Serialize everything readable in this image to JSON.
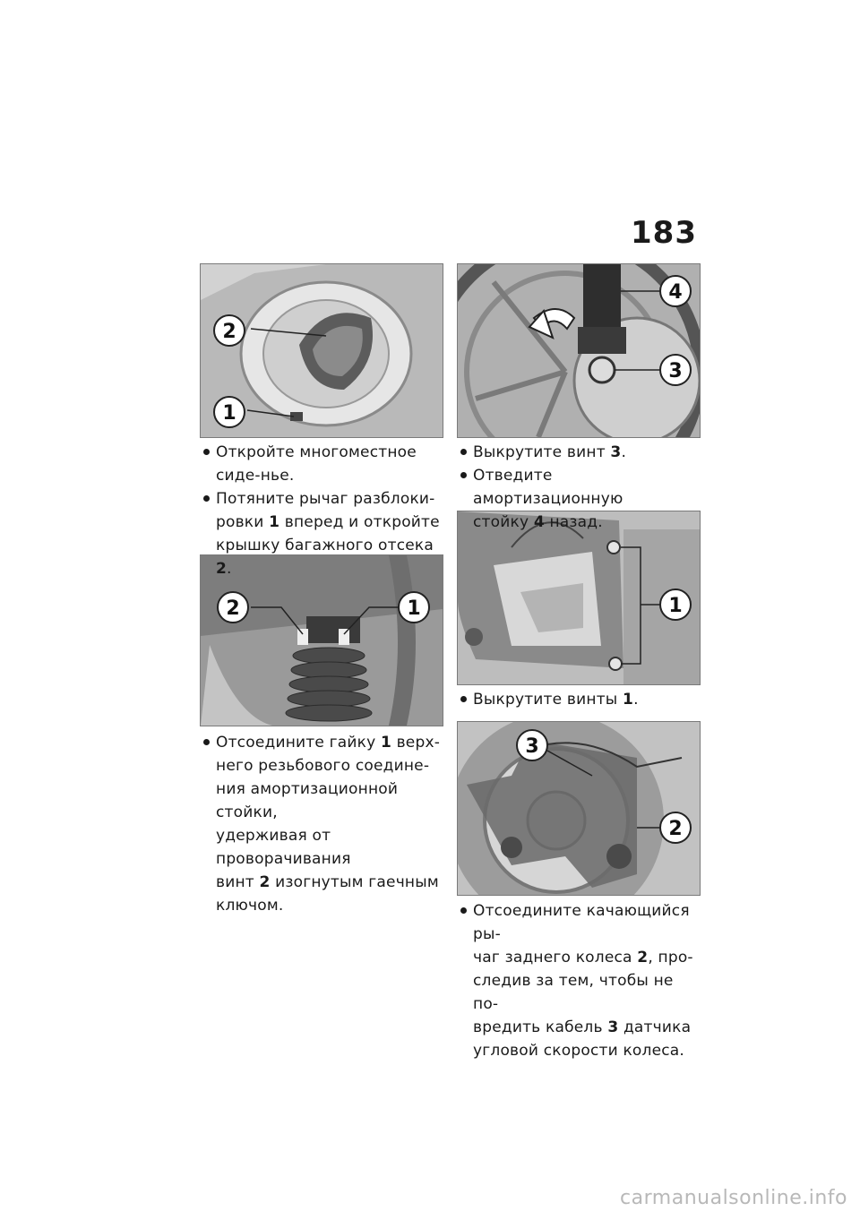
{
  "page_number": "183",
  "figures": [
    {
      "callouts": [
        "2",
        "1"
      ]
    },
    {
      "callouts": [
        "2",
        "1"
      ]
    },
    {
      "callouts": [
        "4",
        "3"
      ]
    },
    {
      "callouts": [
        "1"
      ]
    },
    {
      "callouts": [
        "3",
        "2"
      ]
    }
  ],
  "left_column": {
    "block1": {
      "step1": "Откройте многоместное сиде-нье.",
      "step2_line1": "Потяните рычаг разблоки-",
      "step2_line2_a": "ровки ",
      "step2_ref": "1",
      "step2_line2_b": " вперед и откройте",
      "step2_line3_a": "крышку багажного отсека ",
      "step2_ref2": "2",
      "step2_line3_b": "."
    },
    "block2": {
      "line1_a": "Отсоедините гайку ",
      "ref1": "1",
      "line1_b": " верх-",
      "line2": "него резьбового соедине-",
      "line3": "ния амортизационной стойки,",
      "line4": "удерживая от проворачивания",
      "line5_a": "винт ",
      "ref2": "2",
      "line5_b": " изогнутым гаечным",
      "line6": "ключом."
    }
  },
  "right_column": {
    "block1": {
      "step1_a": "Выкрутите винт ",
      "step1_ref": "3",
      "step1_b": ".",
      "step2_line1": "Отведите амортизационную",
      "step2_line2_a": "стойку ",
      "step2_ref": "4",
      "step2_line2_b": " назад."
    },
    "block2": {
      "step_a": "Выкрутите винты ",
      "step_ref": "1",
      "step_b": "."
    },
    "block3": {
      "line1": "Отсоедините качающийся ры-",
      "line2_a": "чаг заднего колеса ",
      "ref1": "2",
      "line2_b": ", про-",
      "line3": "следив за тем, чтобы не по-",
      "line4_a": "вредить кабель ",
      "ref2": "3",
      "line4_b": " датчика",
      "line5": "угловой скорости колеса."
    }
  },
  "watermark": "carmanualsonline.info"
}
